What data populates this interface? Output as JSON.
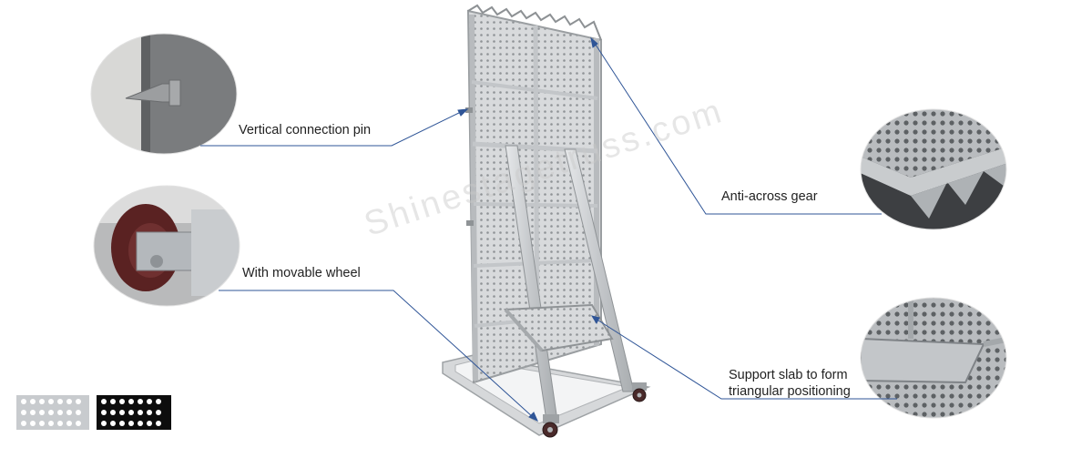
{
  "watermark_text": "Shinestagetruss.com",
  "callouts": {
    "pin_label": "Vertical connection pin",
    "wheel_label": "With movable wheel",
    "gear_label": "Anti-across gear",
    "slab_label": "Support slab to form",
    "slab_label_line2": "triangular positioning"
  },
  "colors": {
    "leader_line": "#2f5597",
    "aluminum": "#c9ccce",
    "aluminum_dark": "#9fa3a6",
    "background": "#ffffff"
  },
  "icons": {
    "perforation_swatch_grey": "perforated-sheet-grey-icon",
    "perforation_swatch_black": "perforated-sheet-black-icon"
  }
}
